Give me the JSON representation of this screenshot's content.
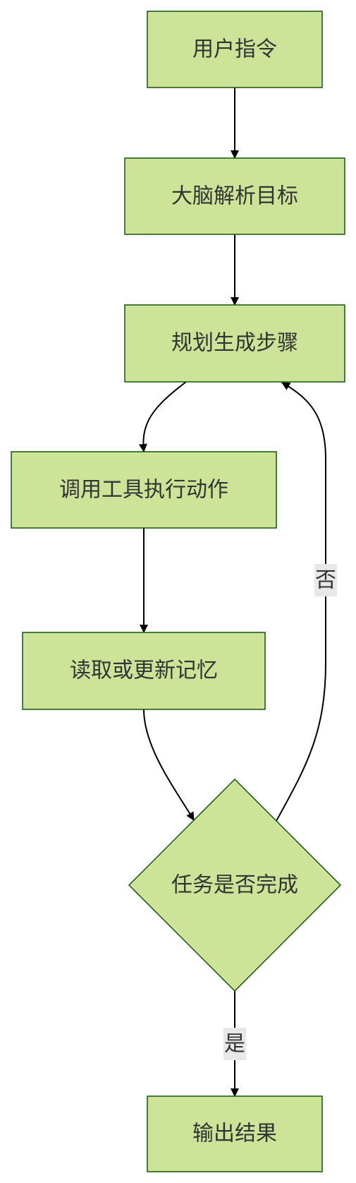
{
  "nodes": {
    "user_command": "用户指令",
    "brain_parse": "大脑解析目标",
    "plan_steps": "规划生成步骤",
    "call_tools": "调用工具执行动作",
    "memory_rw": "读取或更新记忆",
    "task_done": "任务是否完成",
    "output_result": "输出结果"
  },
  "edge_labels": {
    "no": "否",
    "yes": "是"
  },
  "colors": {
    "node_fill": "#cde498",
    "node_stroke": "#13540c",
    "edge": "#000000",
    "label_bg": "#e8e8e8",
    "text": "#333333"
  }
}
